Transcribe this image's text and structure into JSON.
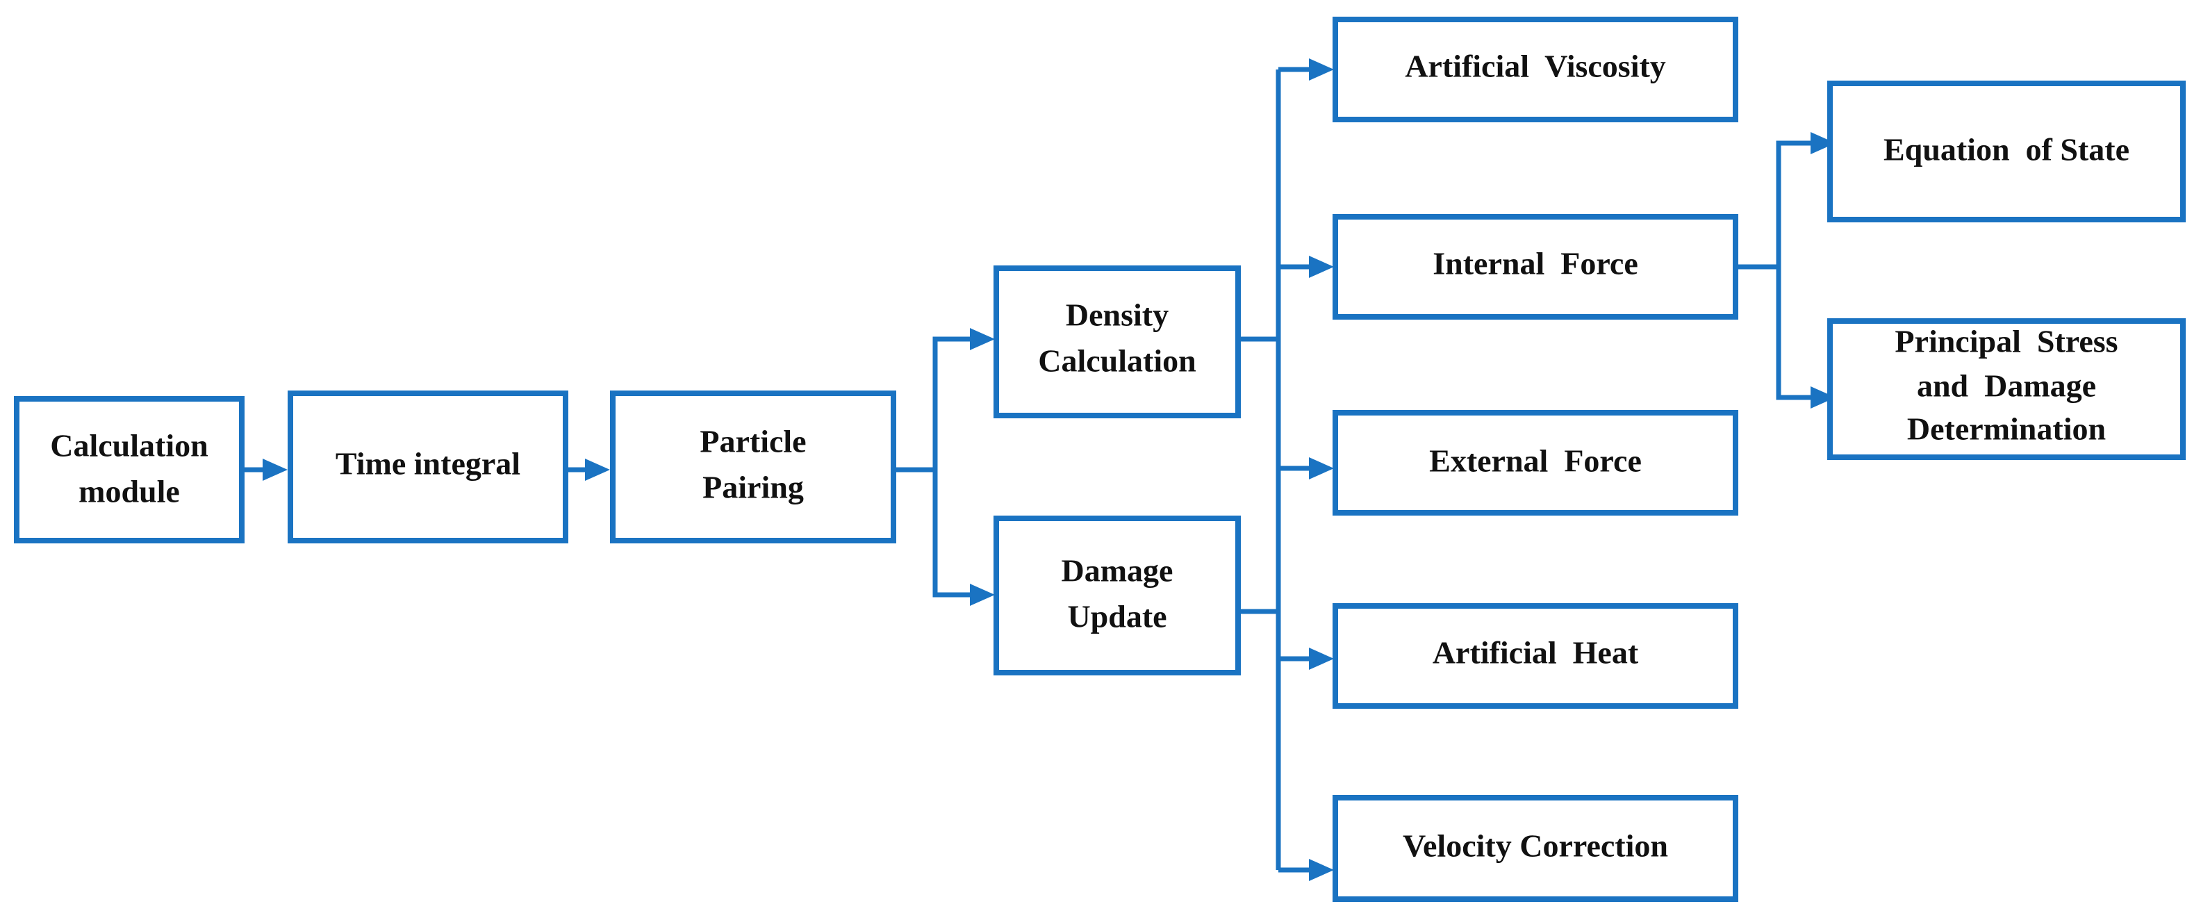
{
  "diagram": {
    "accent_color": "#1a73c2",
    "nodes": {
      "calculation_module": {
        "lines": [
          "Calculation",
          "module"
        ]
      },
      "time_integral": {
        "lines": [
          "Time integral"
        ]
      },
      "particle_pairing": {
        "lines": [
          "Particle",
          "Pairing"
        ]
      },
      "density_calculation": {
        "lines": [
          "Density",
          "Calculation"
        ]
      },
      "damage_update": {
        "lines": [
          "Damage",
          "Update"
        ]
      },
      "artificial_viscosity": {
        "lines": [
          "Artificial  Viscosity"
        ]
      },
      "internal_force": {
        "lines": [
          "Internal  Force"
        ]
      },
      "external_force": {
        "lines": [
          "External  Force"
        ]
      },
      "artificial_heat": {
        "lines": [
          "Artificial  Heat"
        ]
      },
      "velocity_correction": {
        "lines": [
          "Velocity Correction"
        ]
      },
      "equation_of_state": {
        "lines": [
          "Equation  of State"
        ]
      },
      "principal_stress": {
        "lines": [
          "Principal  Stress",
          "and  Damage",
          "Determination"
        ]
      }
    }
  }
}
